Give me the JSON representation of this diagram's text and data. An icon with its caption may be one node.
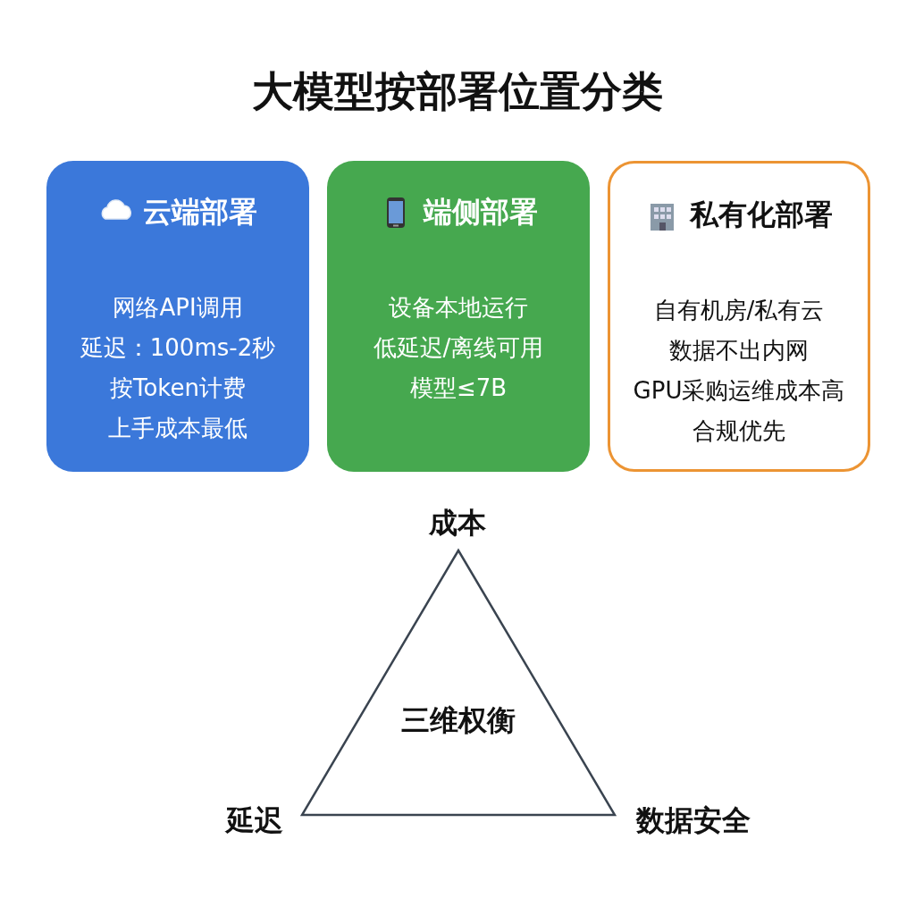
{
  "diagram": {
    "title": "大模型按部署位置分类",
    "nodes": [
      {
        "text": [
          "云端部署",
          "网络API调用",
          "延迟：100ms-2秒",
          "按Token计费",
          "上手成本最低"
        ]
      },
      {
        "text": [
          "端侧部署",
          "设备本地运行",
          "低延迟/离线可用",
          "模型≤7B"
        ]
      },
      {
        "text": [
          "私有化部署",
          "自有机房/私有云",
          "数据不出内网",
          "GPU采购运维成本高",
          "合规优先"
        ]
      },
      {
        "text": [
          "三维权衡"
        ]
      }
    ],
    "edges": [],
    "labels": [
      "成本",
      "延迟",
      "数据安全"
    ]
  }
}
